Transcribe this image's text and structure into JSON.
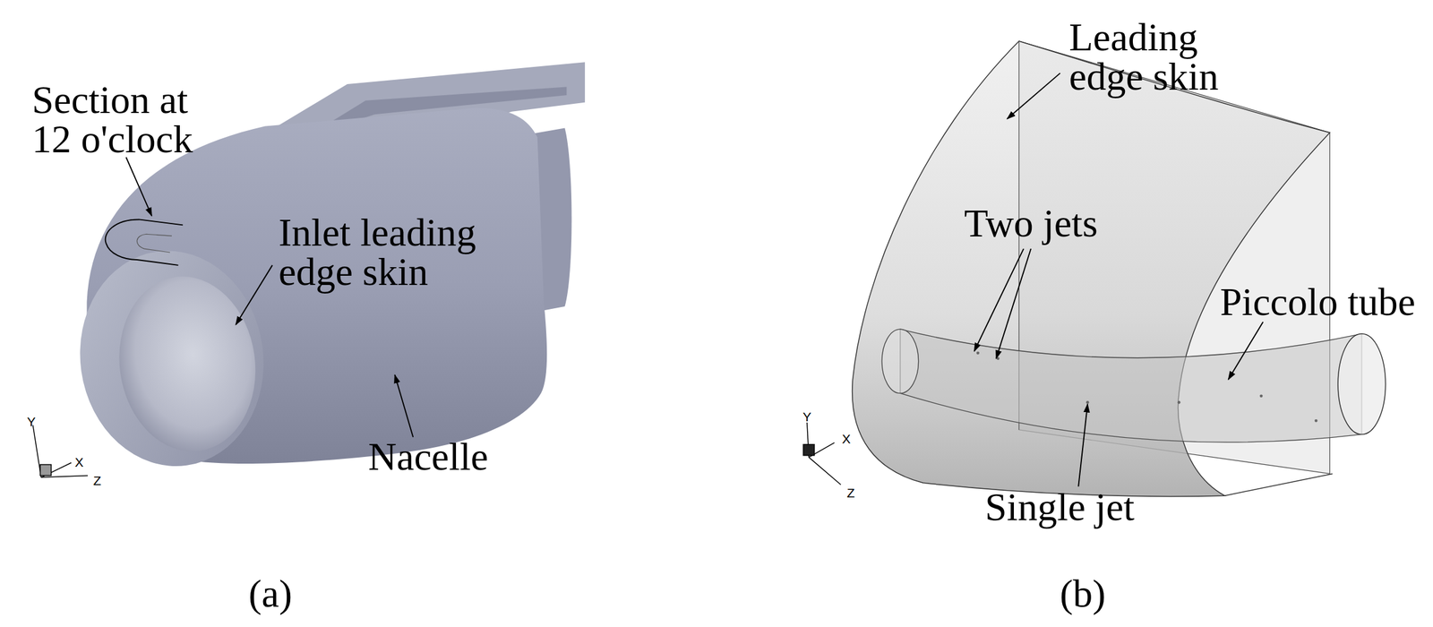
{
  "diagram": {
    "labels": [
      "Section at 12 o'clock",
      "Inlet leading edge skin",
      "Nacelle",
      "Y",
      "X",
      "Z",
      "(a)",
      "Leading edge skin",
      "Two jets",
      "Piccolo tube",
      "Single jet",
      "Y",
      "X",
      "Z",
      "(b)"
    ]
  }
}
